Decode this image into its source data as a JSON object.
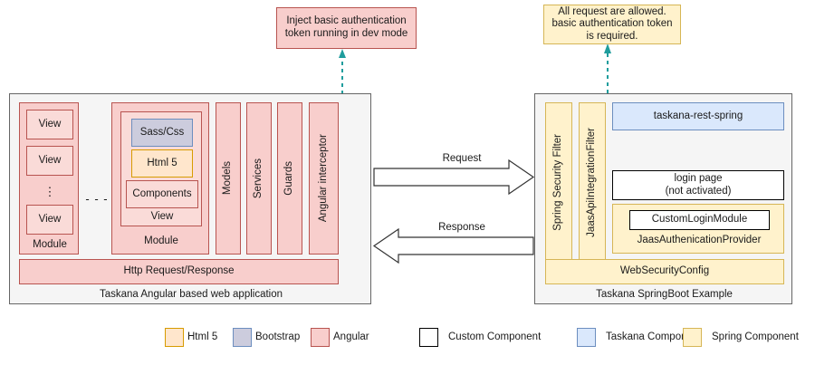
{
  "callouts": {
    "left": {
      "text": "Inject basic authentication token running in dev mode",
      "color": "#f8cecc",
      "border": "#b85450"
    },
    "right": {
      "text": "All request are allowed. basic authentication token is required.",
      "color": "#fff2cc",
      "border": "#d6b656"
    }
  },
  "client_panel": {
    "caption": "Taskana Angular based web application",
    "module_left": {
      "label": "Module",
      "views": [
        "View",
        "View",
        "View"
      ],
      "ellipsis": "⋮"
    },
    "modules_gap_ellipsis": "- - -",
    "module_right": {
      "label": "Module",
      "view_label": "View",
      "inner": [
        {
          "label": "Sass/Css",
          "kind": "bootstrap"
        },
        {
          "label": "Html 5",
          "kind": "html5"
        },
        {
          "label": "Components",
          "kind": "angular"
        }
      ]
    },
    "columns": [
      "Models",
      "Services",
      "Guards",
      "Angular interceptor"
    ],
    "http_bar": "Http Request/Response"
  },
  "arrows": {
    "request": "Request",
    "response": "Response"
  },
  "server_panel": {
    "caption": "Taskana SpringBoot Example",
    "filters": [
      "Spring Security Filter",
      "JaasApiIntegrationFilter"
    ],
    "taskana_rest": "taskana-rest-spring",
    "login_page": "login page\n(not activated)",
    "jaas_provider": {
      "label": "JaasAuthenicationProvider",
      "inner": "CustomLoginModule"
    },
    "web_security_config": "WebSecurityConfig"
  },
  "legend": {
    "left_group": [
      {
        "label": "Html 5",
        "swatch": "sw-html5"
      },
      {
        "label": "Bootstrap",
        "swatch": "sw-boot"
      },
      {
        "label": "Angular",
        "swatch": "sw-ang"
      }
    ],
    "right_group": [
      {
        "label": "Custom Component",
        "swatch": "sw-custom"
      },
      {
        "label": "Taskana Component",
        "swatch": "sw-taskana"
      },
      {
        "label": "Spring Component",
        "swatch": "sw-spring"
      }
    ]
  },
  "colors": {
    "angular": "#f8cecc",
    "angular_border": "#b85450",
    "bootstrap": "#ccccdd",
    "html5": "#ffe6cc",
    "taskana": "#dae8fc",
    "spring": "#fff2cc",
    "spring_border": "#d6b656",
    "dashed_connector": "#1f9d9d",
    "panel_bg": "#f5f5f5"
  }
}
